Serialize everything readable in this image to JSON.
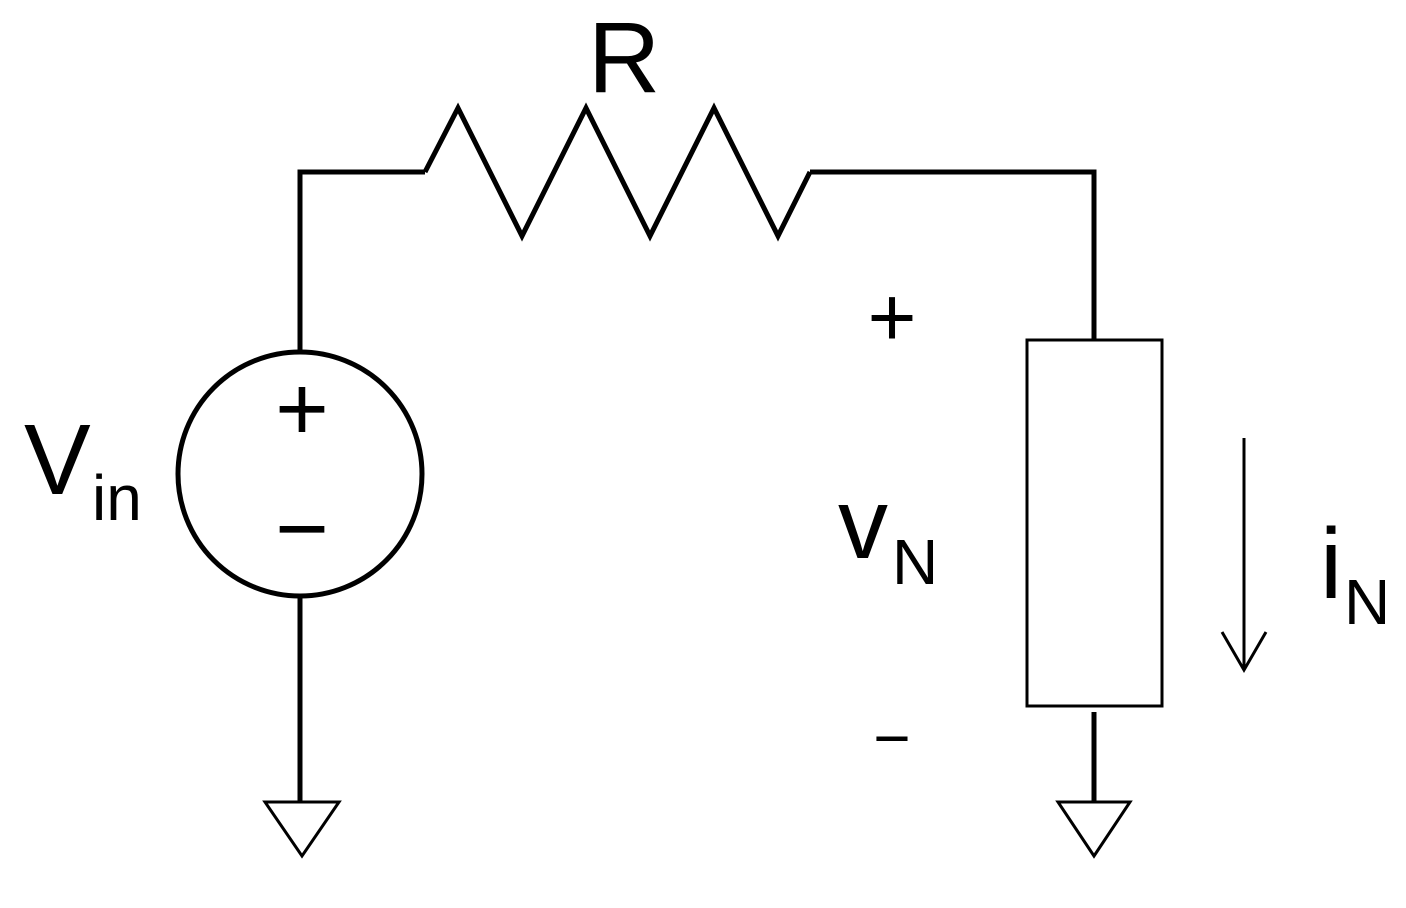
{
  "labels": {
    "resistor": "R",
    "source_main": "V",
    "source_sub": "in",
    "source_plus": "+",
    "source_minus": "−",
    "voltage_main": "v",
    "voltage_sub": "N",
    "voltage_plus": "+",
    "voltage_minus": "−",
    "current_main": "i",
    "current_sub": "N"
  }
}
